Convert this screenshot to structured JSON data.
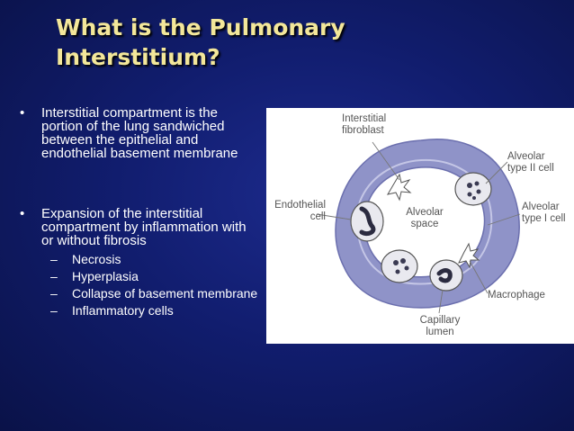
{
  "slide": {
    "title_line1": "What is the Pulmonary",
    "title_line2": "Interstitium?"
  },
  "bullets": [
    {
      "marker": "•",
      "text": "Interstitial compartment is the portion of the lung sandwiched between the epithelial and endothelial basement membrane"
    },
    {
      "marker": "•",
      "text": "Expansion of the interstitial compartment by inflammation with or without fibrosis",
      "sub": [
        {
          "marker": "–",
          "text": "Necrosis"
        },
        {
          "marker": "–",
          "text": "Hyperplasia"
        },
        {
          "marker": "–",
          "text": "Collapse of basement membrane"
        },
        {
          "marker": "–",
          "text": "Inflammatory cells"
        }
      ]
    }
  ],
  "figure": {
    "labels": {
      "interstitial_fibroblast_1": "Interstitial",
      "interstitial_fibroblast_2": "fibroblast",
      "alveolar_type2_1": "Alveolar",
      "alveolar_type2_2": "type II cell",
      "endothelial_1": "Endothelial",
      "endothelial_2": "cell",
      "alveolar_space_1": "Alveolar",
      "alveolar_space_2": "space",
      "alveolar_type1_1": "Alveolar",
      "alveolar_type1_2": "type I cell",
      "macrophage": "Macrophage",
      "capillary_1": "Capillary",
      "capillary_2": "lumen"
    },
    "colors": {
      "ring": "#8f93c8",
      "ring_dark": "#6b6fae",
      "cell": "#e6e6ec",
      "nucleus": "#3a3a52",
      "leader": "#777777"
    }
  }
}
